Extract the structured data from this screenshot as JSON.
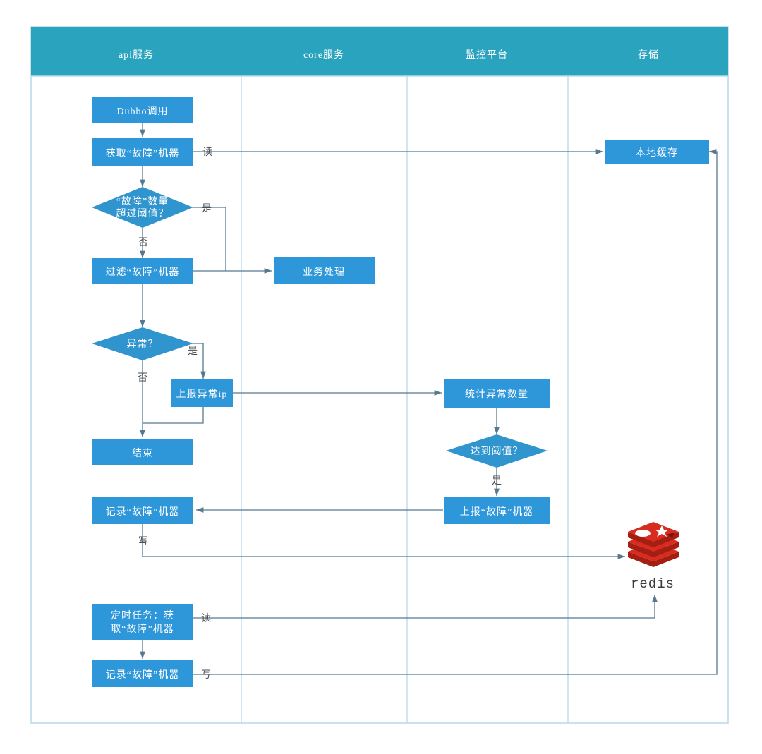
{
  "diagram": {
    "title": "api / core / monitoring / storage fault-machine flow",
    "colors": {
      "header_teal": "#29A3BE",
      "node_blue": "#2E97DA",
      "diamond_blue": "#3095CE",
      "edge_gray": "#56798F",
      "lane_divider": "#BCDBEC",
      "redis_red": "#D82C20"
    },
    "lanes": [
      {
        "id": "lane-api",
        "label": "api服务"
      },
      {
        "id": "lane-core",
        "label": "core服务"
      },
      {
        "id": "lane-monitor",
        "label": "监控平台"
      },
      {
        "id": "lane-storage",
        "label": "存储"
      }
    ],
    "nodes": [
      {
        "id": "n-dubbo",
        "label": "Dubbo调用",
        "shape": "rect",
        "lane": "api"
      },
      {
        "id": "n-get-fault",
        "label": "获取“故障”机器",
        "shape": "rect",
        "lane": "api"
      },
      {
        "id": "n-dec-count",
        "label_line1": "“故障”数量",
        "label_line2": "超过阈值？",
        "shape": "diamond",
        "lane": "api"
      },
      {
        "id": "n-filter-fault",
        "label": "过滤“故障”机器",
        "shape": "rect",
        "lane": "api"
      },
      {
        "id": "n-dec-abnormal",
        "label": "异常？",
        "shape": "diamond",
        "lane": "api"
      },
      {
        "id": "n-end",
        "label": "结束",
        "shape": "rect",
        "lane": "api"
      },
      {
        "id": "n-record-fault",
        "label": "记录“故障”机器",
        "shape": "rect",
        "lane": "api"
      },
      {
        "id": "n-cron-get",
        "label_line1": "定时任务：获",
        "label_line2": "取“故障”机器",
        "shape": "rect",
        "lane": "api"
      },
      {
        "id": "n-record-fault2",
        "label": "记录“故障”机器",
        "shape": "rect",
        "lane": "api"
      },
      {
        "id": "n-report-ip",
        "label": "上报异常ip",
        "shape": "rect",
        "lane": "api-core-edge"
      },
      {
        "id": "n-business",
        "label": "业务处理",
        "shape": "rect",
        "lane": "core"
      },
      {
        "id": "n-count-abn",
        "label": "统计异常数量",
        "shape": "rect",
        "lane": "monitor"
      },
      {
        "id": "n-dec-thresh",
        "label": "达到阈值？",
        "shape": "diamond",
        "lane": "monitor"
      },
      {
        "id": "n-report-fault",
        "label": "上报“故障”机器",
        "shape": "rect",
        "lane": "monitor"
      },
      {
        "id": "n-local-cache",
        "label": "本地缓存",
        "shape": "rect",
        "lane": "storage"
      },
      {
        "id": "n-redis",
        "label": "redis",
        "shape": "logo",
        "lane": "storage"
      }
    ],
    "edge_labels": {
      "read_cache": "读",
      "yes_count": "是",
      "no_count": "否",
      "yes_abnormal": "是",
      "no_abnormal": "否",
      "yes_threshold": "是",
      "write_redis": "写",
      "read_redis": "读",
      "write_cache": "写"
    }
  }
}
